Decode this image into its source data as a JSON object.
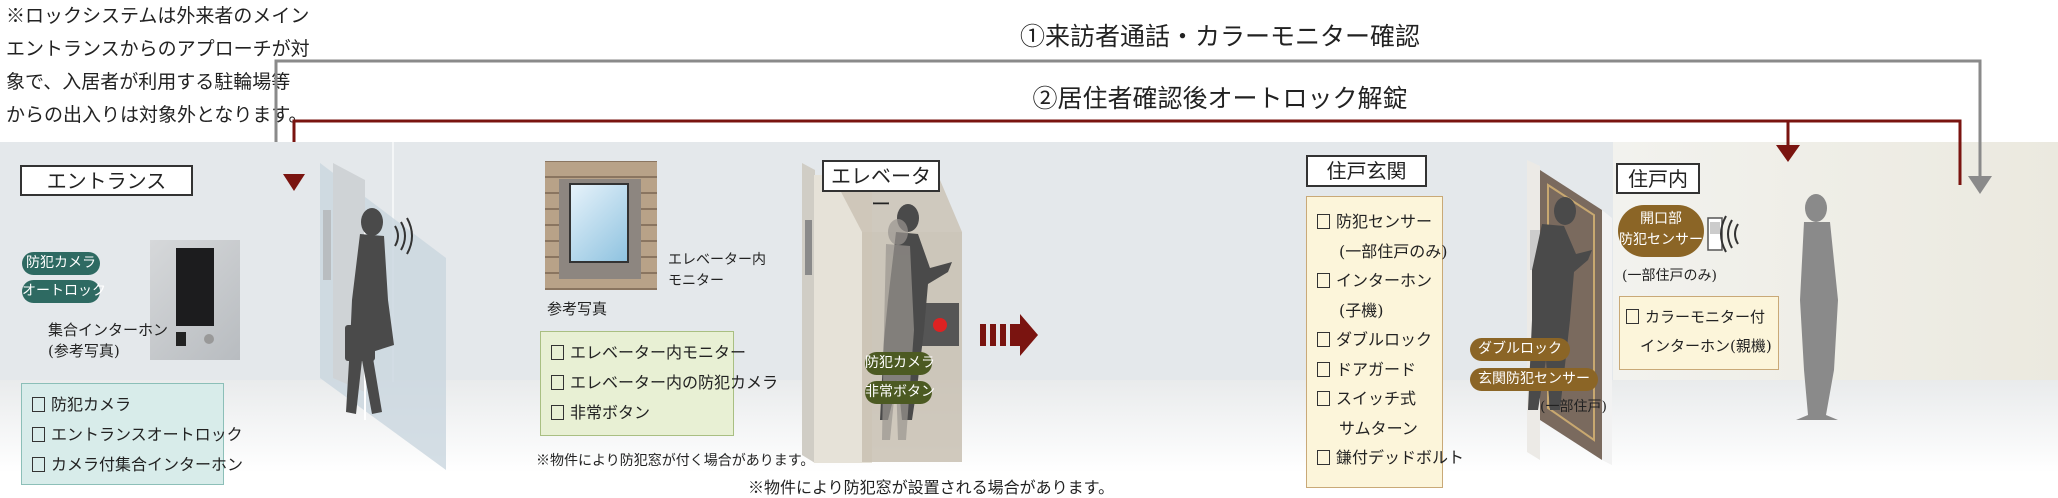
{
  "note": [
    "※ロックシステムは外来者のメイン",
    "エントランスからのアプローチが対",
    "象で、入居者が利用する駐輪場等",
    "からの出入りは対象外となります。"
  ],
  "flows": {
    "visitor_call": "①来訪者通話・カラーモニター確認",
    "unlock": "②居住者確認後オートロック解錠",
    "visitor_color": "#8a8a8a",
    "unlock_color": "#7a1410"
  },
  "entrance": {
    "title": "エントランス",
    "tags": [
      "防犯カメラ",
      "オートロック"
    ],
    "photo_caption": [
      "集合インターホン",
      "(参考写真)"
    ],
    "checklist": [
      "防犯カメラ",
      "エントランスオートロック",
      "カメラ付集合インターホン"
    ]
  },
  "elevator_hall": {
    "photo_caption": "参考写真",
    "monitor_label": [
      "エレベーター内",
      "モニター"
    ],
    "checklist": [
      "エレベーター内モニター",
      "エレベーター内の防犯カメラ",
      "非常ボタン"
    ],
    "footnote": "※物件により防犯窓が付く場合があります。"
  },
  "elevator": {
    "title": "エレベーター",
    "tags": [
      "防犯カメラ",
      "非常ボタン"
    ],
    "footnote": "※物件により防犯窓が設置される場合があります。"
  },
  "unit_entrance": {
    "title": "住戸玄関",
    "checklist": [
      {
        "label": "防犯センサー",
        "sub": "(一部住戸のみ)"
      },
      {
        "label": "インターホン",
        "sub": "(子機)"
      },
      {
        "label": "ダブルロック"
      },
      {
        "label": "ドアガード"
      },
      {
        "label": "スイッチ式",
        "sub": "サムターン"
      },
      {
        "label": "鎌付デッドボルト"
      }
    ],
    "tags": [
      "ダブルロック",
      "玄関防犯センサー"
    ],
    "tag_note": "(一部住戸)"
  },
  "unit_interior": {
    "title": "住戸内",
    "tag": [
      "開口部",
      "防犯センサー"
    ],
    "tag_note": "(一部住戸のみ)",
    "checklist": {
      "label": "カラーモニター付",
      "sub": "インターホン(親機)"
    }
  },
  "colors": {
    "teal": "#2e6a62",
    "olive": "#4c5a22",
    "brown": "#8b6526",
    "arrow": "#7a1410"
  }
}
